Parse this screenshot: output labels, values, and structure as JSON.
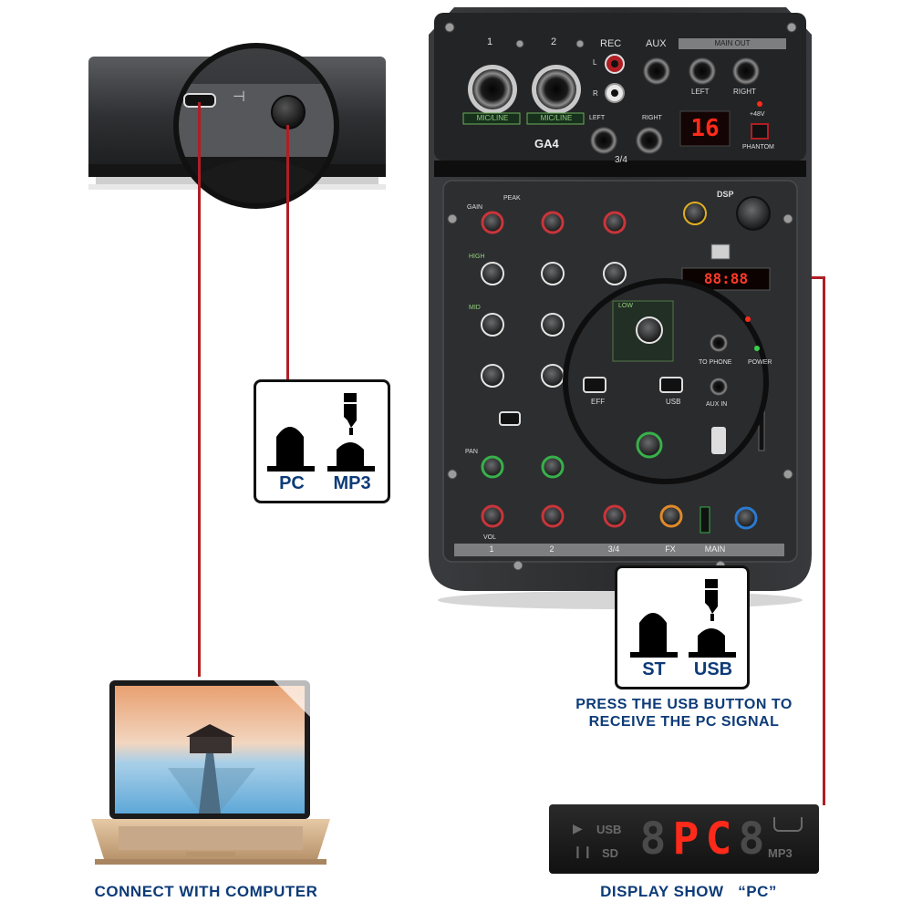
{
  "colors": {
    "accent_red": "#b01e24",
    "caption_blue": "#0d3b78",
    "display_red": "#ff2a1a",
    "mixer_body": "#2b2c2e"
  },
  "mixer": {
    "model": "GA4",
    "channels": [
      "1",
      "2",
      "3/4",
      "FX",
      "MAIN"
    ],
    "jack_labels": {
      "ch1_num": "1",
      "ch2_num": "2",
      "micline": "MIC/LINE",
      "rec": "REC",
      "rec_l": "L",
      "rec_r": "R",
      "aux": "AUX",
      "main_out": "MAIN OUT",
      "left": "LEFT",
      "right": "RIGHT",
      "input_34": "3/4",
      "left_small": "LEFT",
      "right_small": "RIGHT"
    },
    "preset_display": "16",
    "phantom_label": "PHANTOM",
    "phantom_sub": "+48V",
    "dsp_label": "DSP",
    "display_main": "88:88",
    "knob_labels": {
      "gain": "GAIN",
      "peak": "PEAK",
      "pan": "PAN",
      "vol": "VOL",
      "eff": "EFF",
      "to_phone": "TO PHONE",
      "aux_in": "AUX IN",
      "power": "POWER",
      "usb": "USB",
      "low": "LOW",
      "mid": "MID",
      "high": "HIGH"
    }
  },
  "switches": {
    "top": {
      "left": "PC",
      "right": "MP3"
    },
    "bottom": {
      "left": "ST",
      "right": "USB"
    }
  },
  "captions": {
    "usb_instruction": "PRESS THE USB BUTTON TO RECEIVE THE PC SIGNAL",
    "connect": "CONNECT WITH COMPUTER",
    "display_show": "DISPLAY SHOW   “PC”"
  },
  "display_panel": {
    "usb": "USB",
    "sd": "SD",
    "mp3": "MP3",
    "digits": [
      "8",
      "P",
      "C",
      "8"
    ]
  }
}
